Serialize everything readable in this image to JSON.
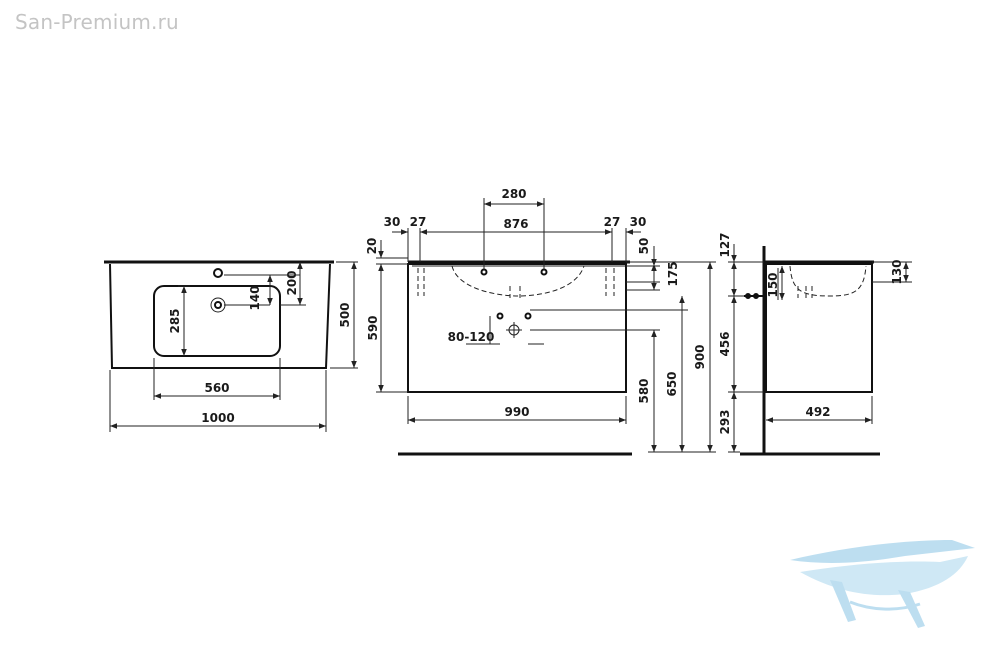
{
  "watermark": "San-Premium.ru",
  "front_view": {
    "width": "1000",
    "depth": "500",
    "bowl_width": "560",
    "bowl_depth": "285",
    "tap_offset_140": "140",
    "tap_offset_200": "200"
  },
  "side_view": {
    "w280": "280",
    "w876": "876",
    "w30_left": "30",
    "w27_left": "27",
    "w27_right": "27",
    "w30_right": "30",
    "h20": "20",
    "h50": "50",
    "h175": "175",
    "h590": "590",
    "h80_120": "80-120",
    "w990": "990",
    "h580": "580",
    "h650": "650",
    "h900": "900"
  },
  "profile_view": {
    "h127": "127",
    "h150": "150",
    "h130": "130",
    "h456": "456",
    "h293": "293",
    "d492": "492"
  },
  "colors": {
    "line": "#111111",
    "watermark": "#c4c4c4",
    "logo": "#a8d4ec"
  }
}
